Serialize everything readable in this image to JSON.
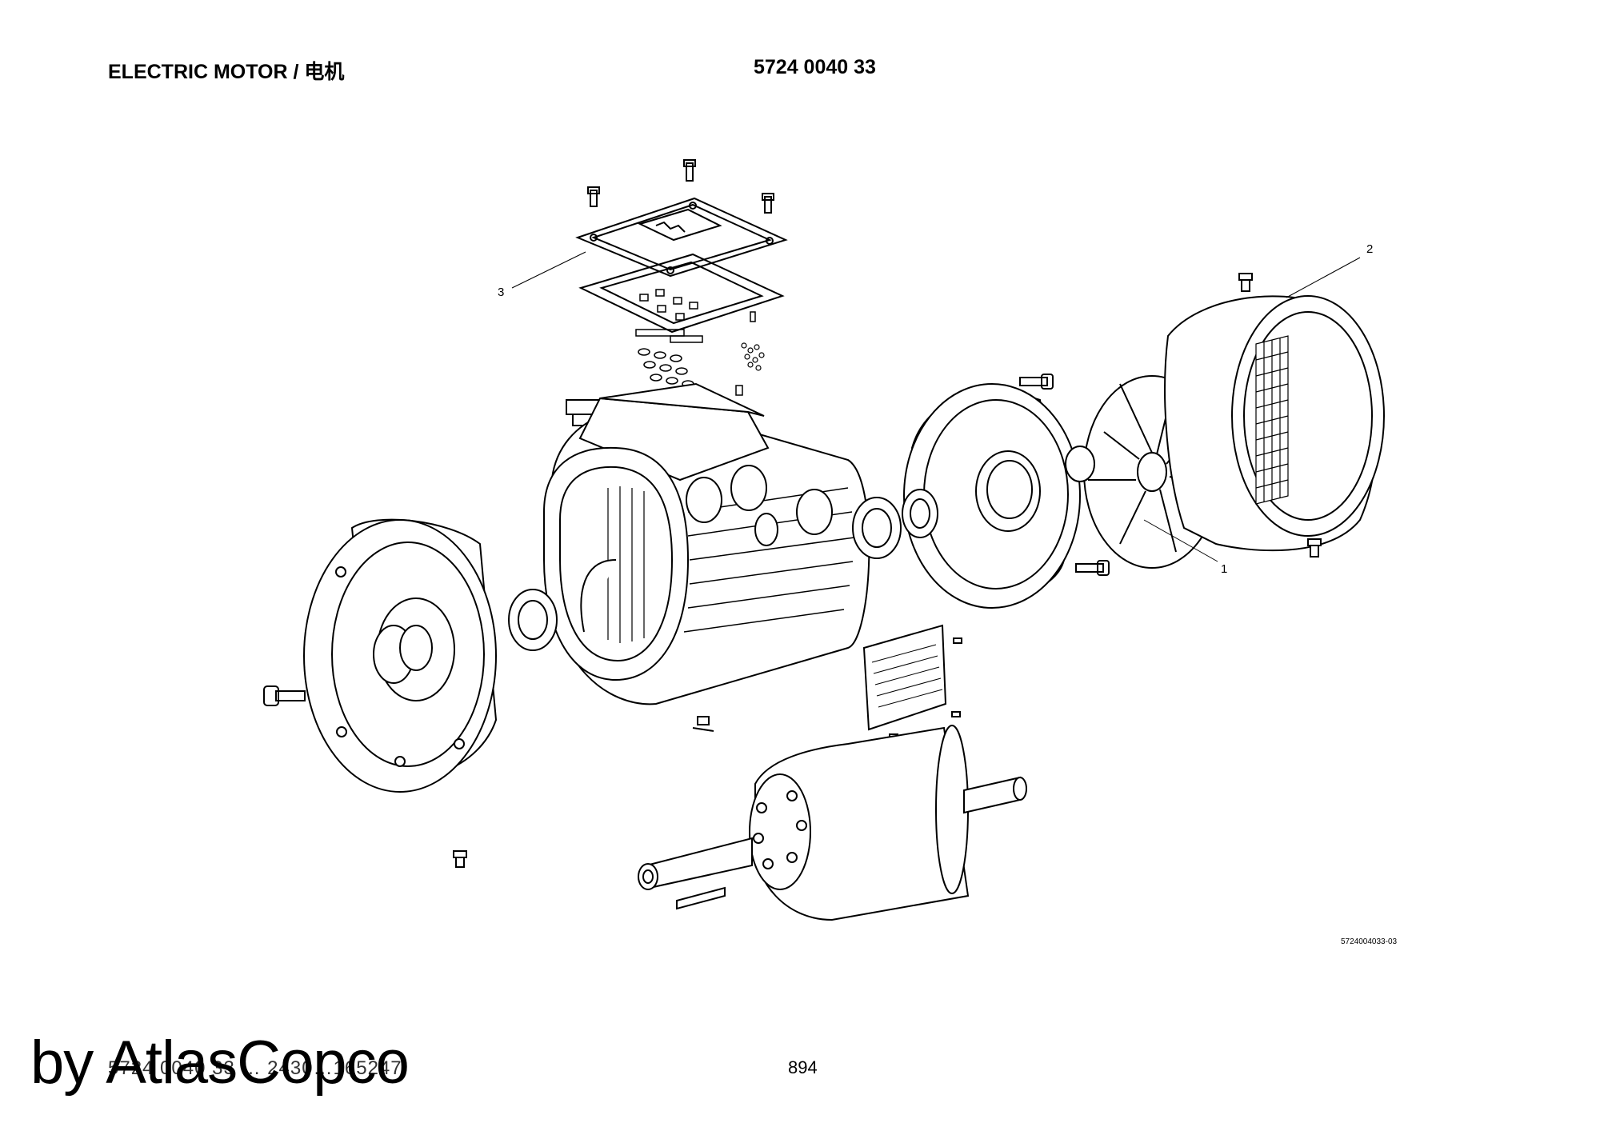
{
  "header": {
    "title": "ELECTRIC MOTOR / 电机",
    "part_number": "5724 0040 33"
  },
  "callouts": [
    "1",
    "2",
    "3"
  ],
  "figure_ref": "5724004033-03",
  "footer": {
    "doc_ref_fragment": "5724 0040 33 … 2430…165247",
    "page_number": "894"
  },
  "watermark": "by AtlasCopco"
}
